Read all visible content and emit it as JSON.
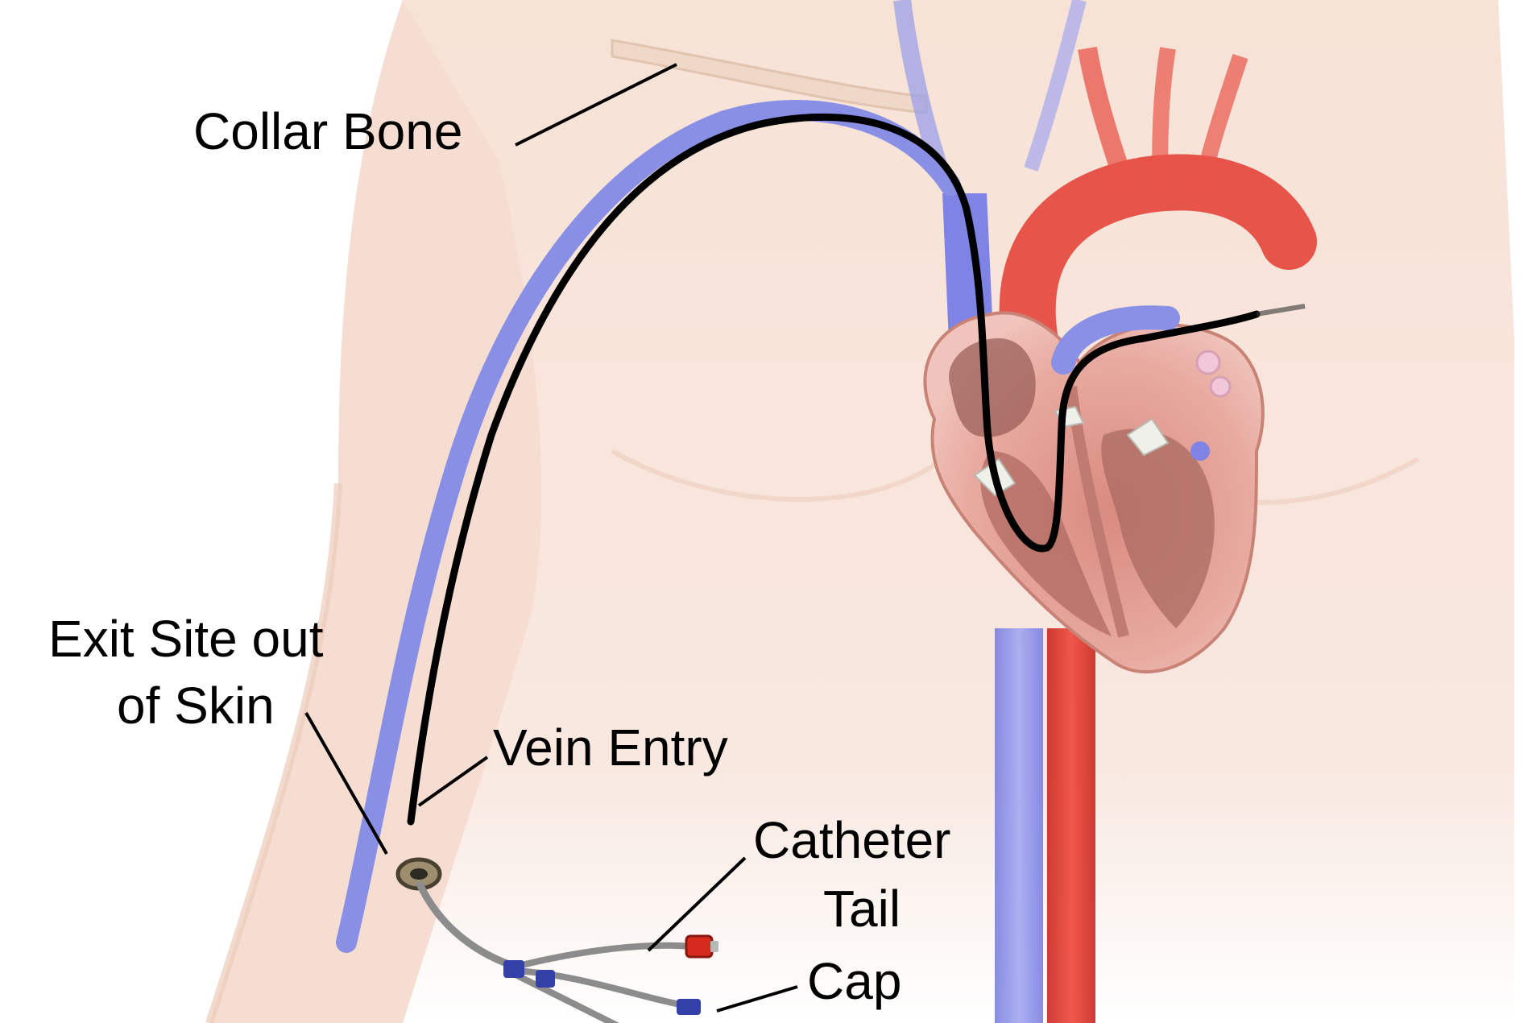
{
  "labels": {
    "collar_bone": "Collar Bone",
    "exit_site_line1": "Exit Site out",
    "exit_site_line2": "of Skin",
    "vein_entry": "Vein Entry",
    "catheter_tail_line1": "Catheter",
    "catheter_tail_line2": "Tail",
    "cap": "Cap"
  },
  "colors": {
    "skin": "#f7e4da",
    "vein": "#8b8fe8",
    "artery": "#e6413a",
    "catheter": "#000000",
    "heart_muscle": "#e8a9a0",
    "cap_red": "#d62a1e",
    "clamp_blue": "#3340a8"
  }
}
